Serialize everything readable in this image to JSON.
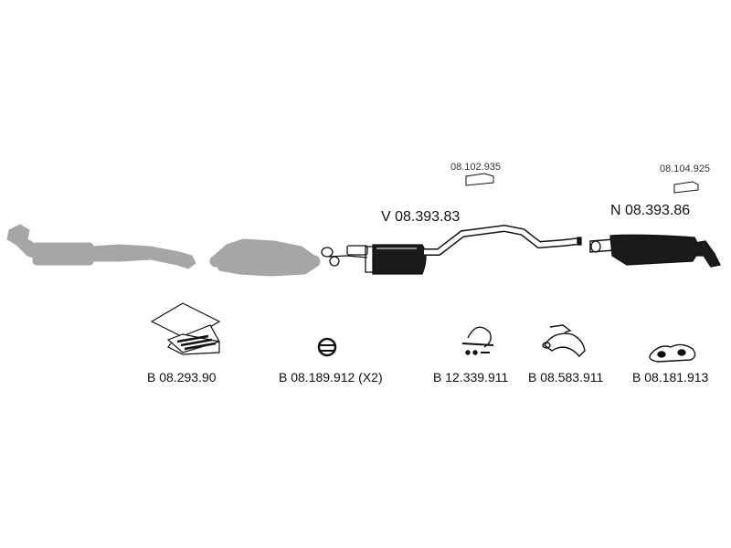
{
  "colors": {
    "ghost": "#a6a6a6",
    "ink": "#111111",
    "fill_dark": "#1a1a1a",
    "box_fill": "#dddddd"
  },
  "labels": {
    "front_mid": "V 08.393.83",
    "rear": "N 08.393.86",
    "ref_front": "08.102.935",
    "ref_rear": "08.104.925"
  },
  "parts": [
    {
      "code": "B 08.293.90",
      "icon": "mounting-kit-box-icon"
    },
    {
      "code": "B 08.189.912 (X2)",
      "icon": "rubber-ring-hanger-icon"
    },
    {
      "code": "B 12.339.911",
      "icon": "pipe-clamp-icon"
    },
    {
      "code": "B 08.583.911",
      "icon": "rubber-strap-hanger-icon"
    },
    {
      "code": "B 08.181.913",
      "icon": "rubber-mount-icon"
    }
  ]
}
